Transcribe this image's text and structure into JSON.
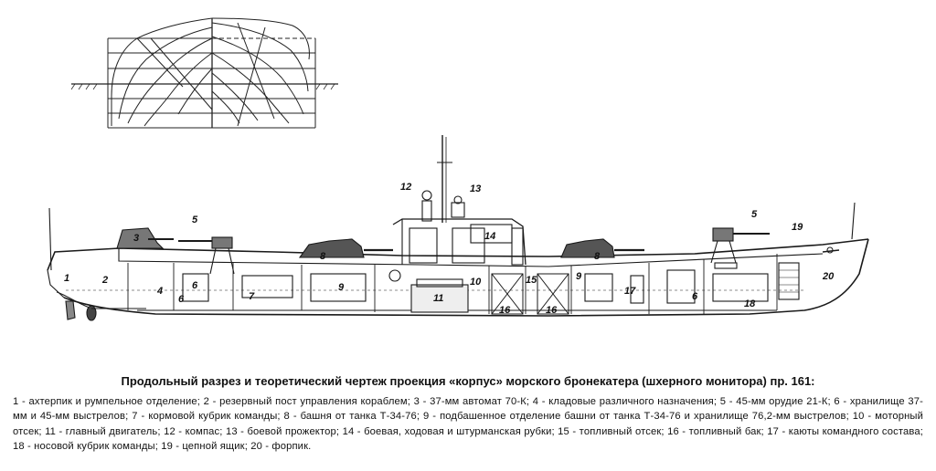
{
  "callouts": {
    "n1": "1",
    "n2": "2",
    "n3": "3",
    "n4": "4",
    "n5a": "5",
    "n5b": "5",
    "n6a": "6",
    "n6b": "6",
    "n6c": "6",
    "n7": "7",
    "n8a": "8",
    "n8b": "8",
    "n9a": "9",
    "n9b": "9",
    "n10": "10",
    "n11": "11",
    "n12": "12",
    "n13": "13",
    "n14": "14",
    "n15": "15",
    "n16a": "16",
    "n16b": "16",
    "n17": "17",
    "n18": "18",
    "n19": "19",
    "n20": "20"
  },
  "caption": {
    "title": "Продольный разрез и теоретический чертеж проекция «корпус» морского бронекатера (шхерного монитора) пр. 161:",
    "legend": "1 - ахтерпик и румпельное отделение; 2 - резервный пост управления кораблем; 3 - 37-мм автомат 70-К; 4 - кладовые различного назначения; 5 - 45-мм орудие 21-К; 6 - хранилище 37-мм и 45-мм выстрелов; 7 - кормовой кубрик команды; 8 - башня от танка Т-34-76; 9 - подбашенное отделение башни от танка Т-34-76 и хранилище 76,2-мм выстрелов; 10 - моторный отсек; 11 - главный двигатель; 12 - компас; 13 - боевой прожектор; 14 - боевая, ходовая и штурманская рубки; 15 - топливный отсек; 16 - топливный бак; 17 - каюты командного состава; 18 - носовой кубрик команды; 19 - цепной ящик; 20 - форпик."
  }
}
